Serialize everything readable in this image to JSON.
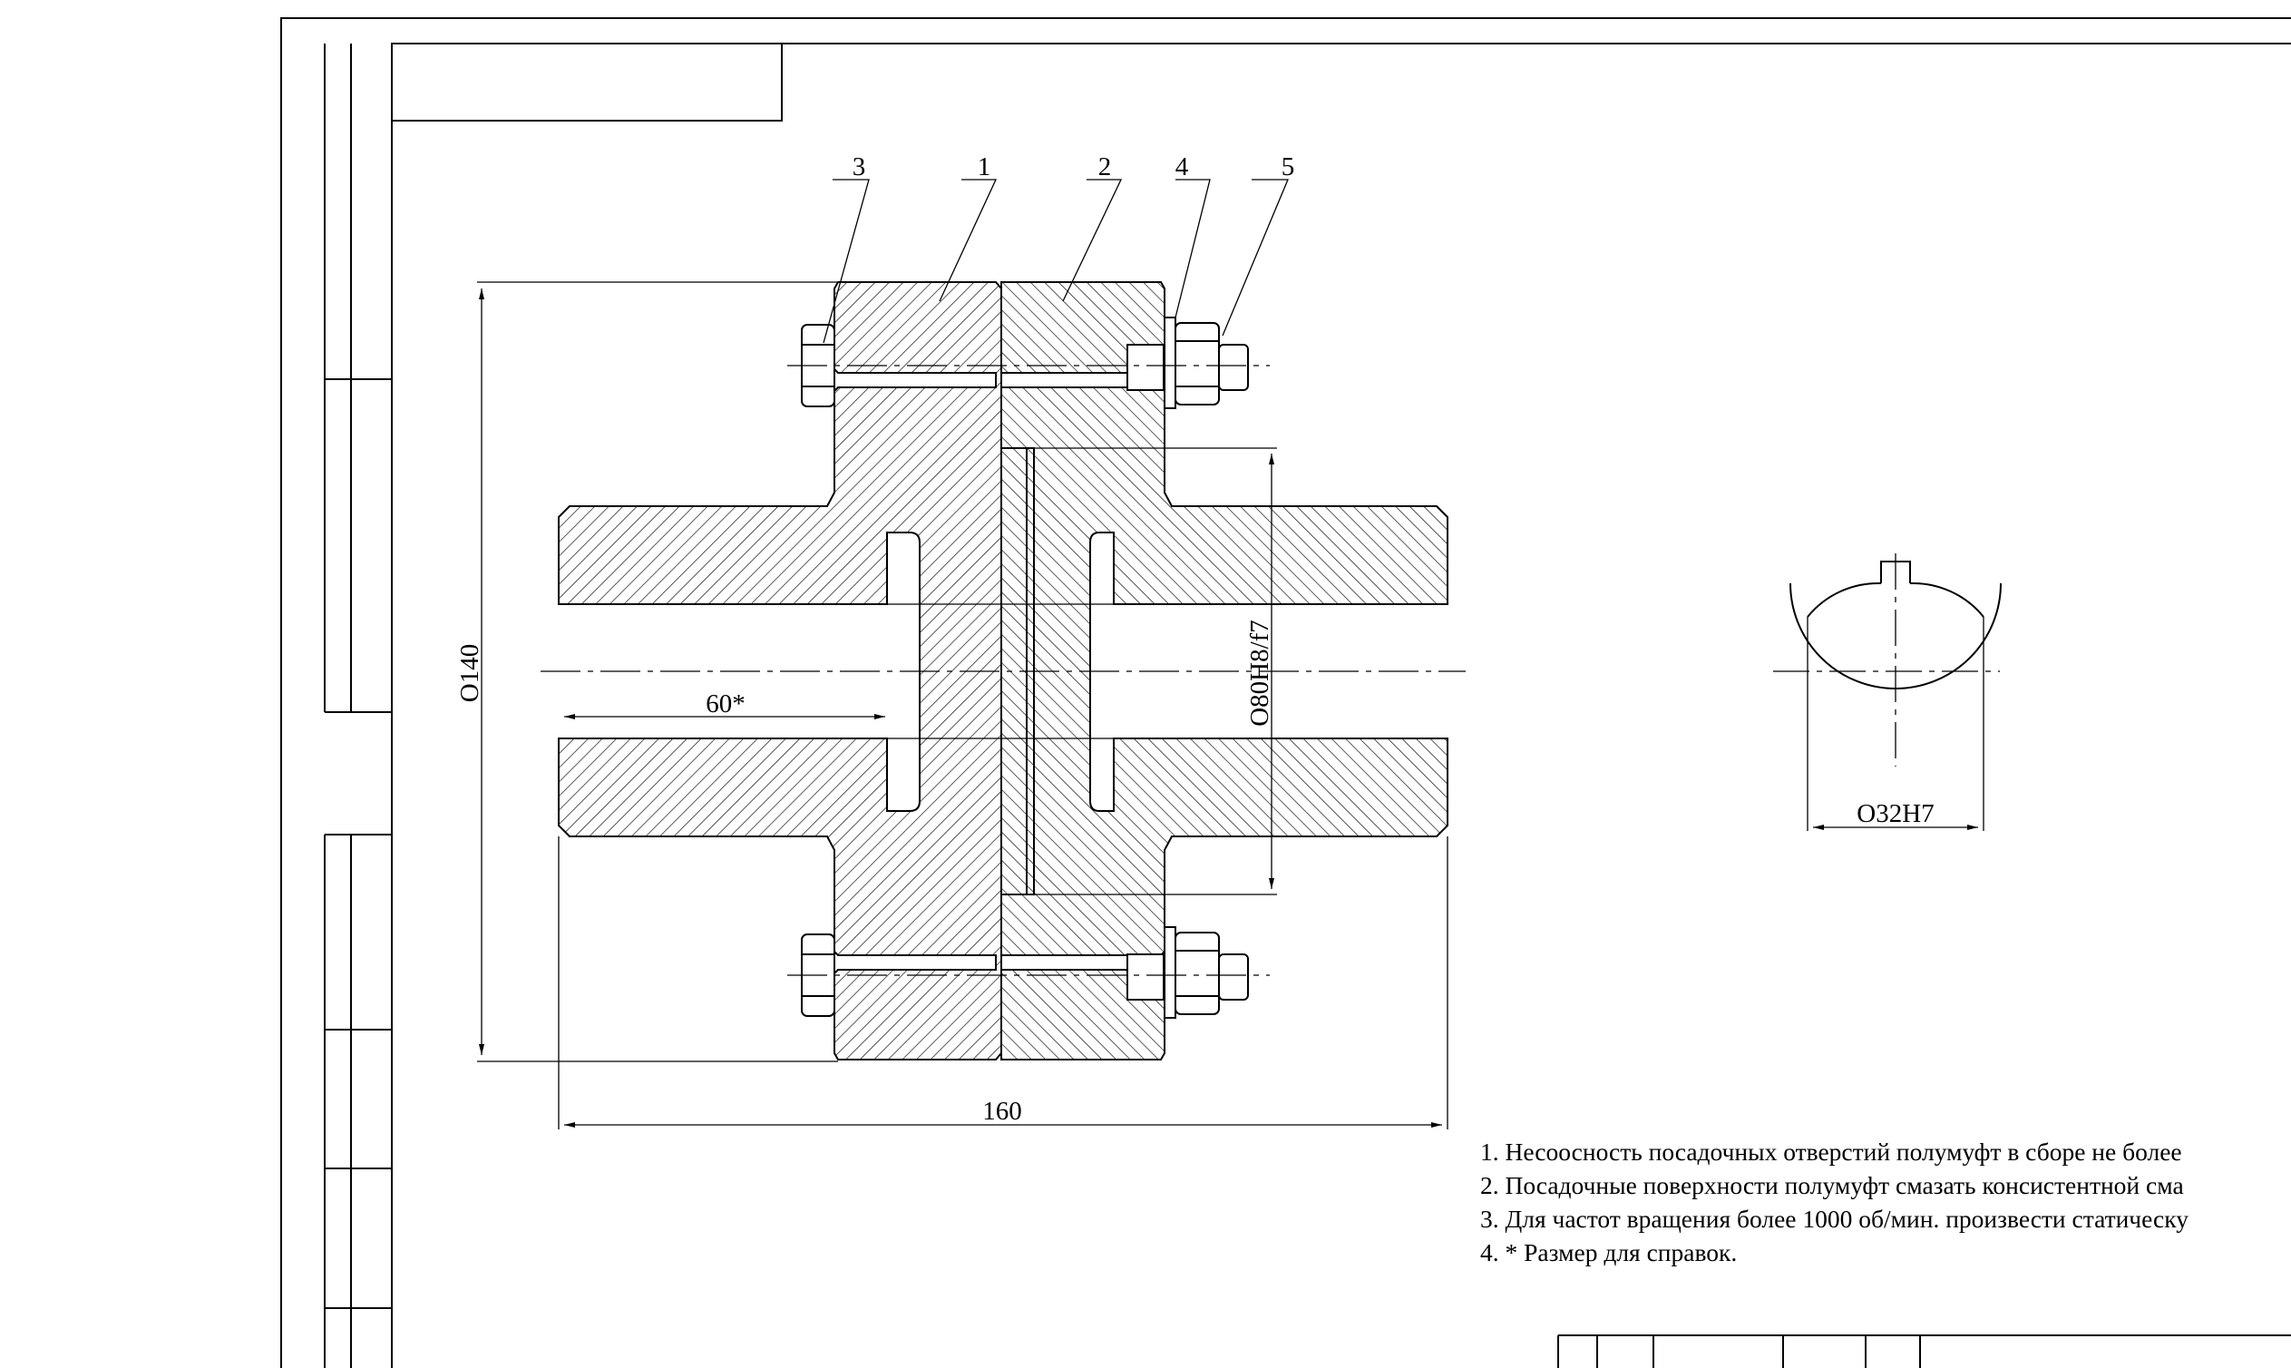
{
  "balloons": [
    "3",
    "1",
    "2",
    "4",
    "5"
  ],
  "dimensions": {
    "outer_diameter": "O140",
    "length": "160",
    "hub_depth": "60*",
    "pilot_fit": "O80H8/f7",
    "bore": "O32H7"
  },
  "notes": [
    "1. Несоосность посадочных отверстий полумуфт в сборе не более",
    "2. Посадочные поверхности полумуфт смазать консистентной сма",
    "3. Для частот вращения более 1000 об/мин. произвести статическу",
    "4. * Размер для справок."
  ]
}
